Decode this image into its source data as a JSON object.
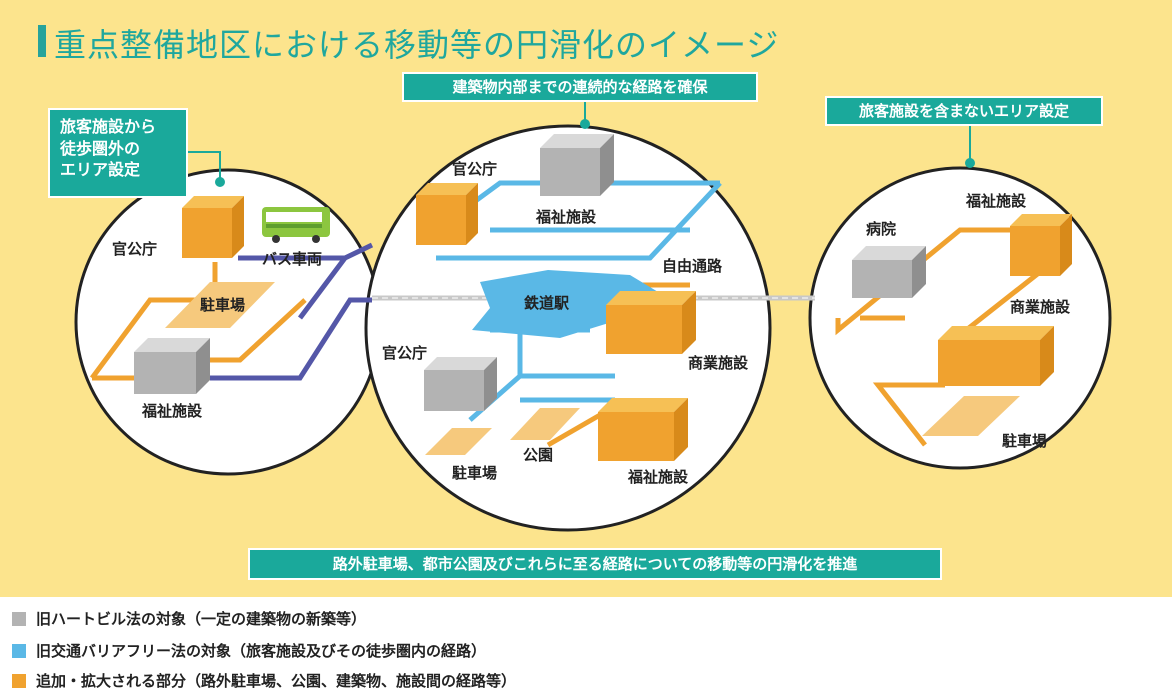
{
  "title": "重点整備地区における移動等の円滑化のイメージ",
  "callouts": {
    "left": "旅客施設から\n徒歩圏外の\nエリア設定",
    "center": "建築物内部までの連続的な経路を確保",
    "right": "旅客施設を含まないエリア設定",
    "bottom": "路外駐車場、都市公園及びこれらに至る経路についての移動等の円滑化を推進"
  },
  "left_circle": {
    "gov_office": "官公庁",
    "bus": "バス車両",
    "parking": "駐車場",
    "welfare": "福祉施設"
  },
  "center_circle": {
    "gov_office_top": "官公庁",
    "welfare_top": "福祉施設",
    "free_passage": "自由通路",
    "station": "鉄道駅",
    "commercial": "商業施設",
    "gov_office_bottom": "官公庁",
    "park": "公園",
    "parking": "駐車場",
    "welfare_bottom": "福祉施設"
  },
  "right_circle": {
    "welfare": "福祉施設",
    "hospital": "病院",
    "commercial": "商業施設",
    "parking": "駐車場"
  },
  "legend": [
    {
      "label": "旧ハートビル法の対象（一定の建築物の新築等）",
      "color": "#b3b3b3"
    },
    {
      "label": "旧交通バリアフリー法の対象（旅客施設及びその徒歩圏内の経路）",
      "color": "#5ab8e6"
    },
    {
      "label": "追加・拡大される部分（路外駐車場、公園、建築物、施設間の経路等）",
      "color": "#f0a22f"
    }
  ],
  "colors": {
    "panel": "#fce48d",
    "teal": "#1aa99b",
    "orange": "#f0a22f",
    "blue": "#5ab8e6",
    "gray": "#b3b3b3",
    "purple": "#5457a8"
  }
}
